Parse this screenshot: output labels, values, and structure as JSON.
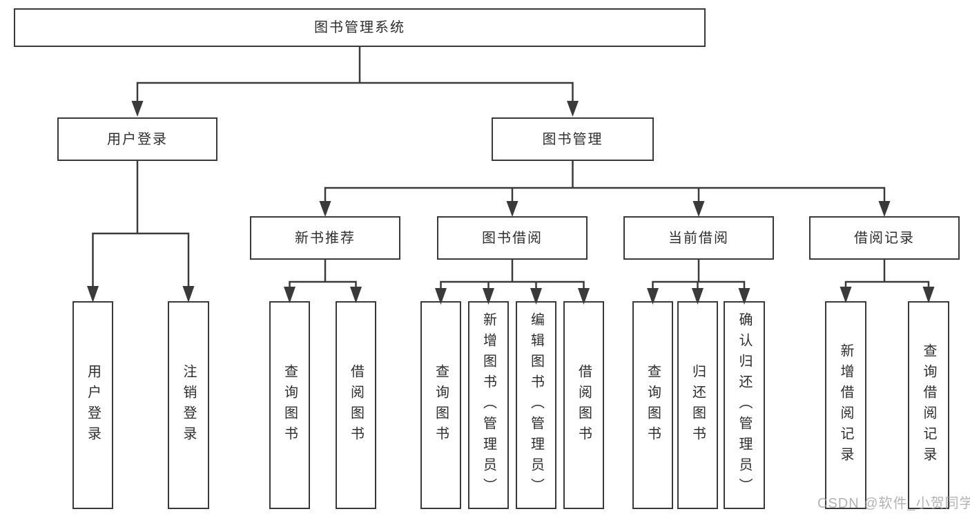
{
  "meta": {
    "type": "tree-diagram",
    "background_color": "#ffffff",
    "line_color": "#3a3a3a",
    "box_fill_color": "#ffffff",
    "text_color": "#2e2e2e",
    "watermark_color": "#9e9e9e"
  },
  "tree": {
    "root": {
      "label": "图书管理系统",
      "children": [
        {
          "label": "用户登录",
          "children": [
            {
              "label": "用户登录"
            },
            {
              "label": "注销登录"
            }
          ]
        },
        {
          "label": "图书管理",
          "children": [
            {
              "label": "新书推荐",
              "children": [
                {
                  "label": "查询图书"
                },
                {
                  "label": "借阅图书"
                }
              ]
            },
            {
              "label": "图书借阅",
              "children": [
                {
                  "label": "查询图书"
                },
                {
                  "label": "新增图书（管理员）"
                },
                {
                  "label": "编辑图书（管理员）"
                },
                {
                  "label": "借阅图书"
                }
              ]
            },
            {
              "label": "当前借阅",
              "children": [
                {
                  "label": "查询图书"
                },
                {
                  "label": "归还图书"
                },
                {
                  "label": "确认归还（管理员）"
                }
              ]
            },
            {
              "label": "借阅记录",
              "children": [
                {
                  "label": "新增借阅记录"
                },
                {
                  "label": "查询借阅记录"
                }
              ]
            }
          ]
        }
      ]
    }
  },
  "watermark": {
    "text": "CSDN @软件_小贺同学"
  }
}
